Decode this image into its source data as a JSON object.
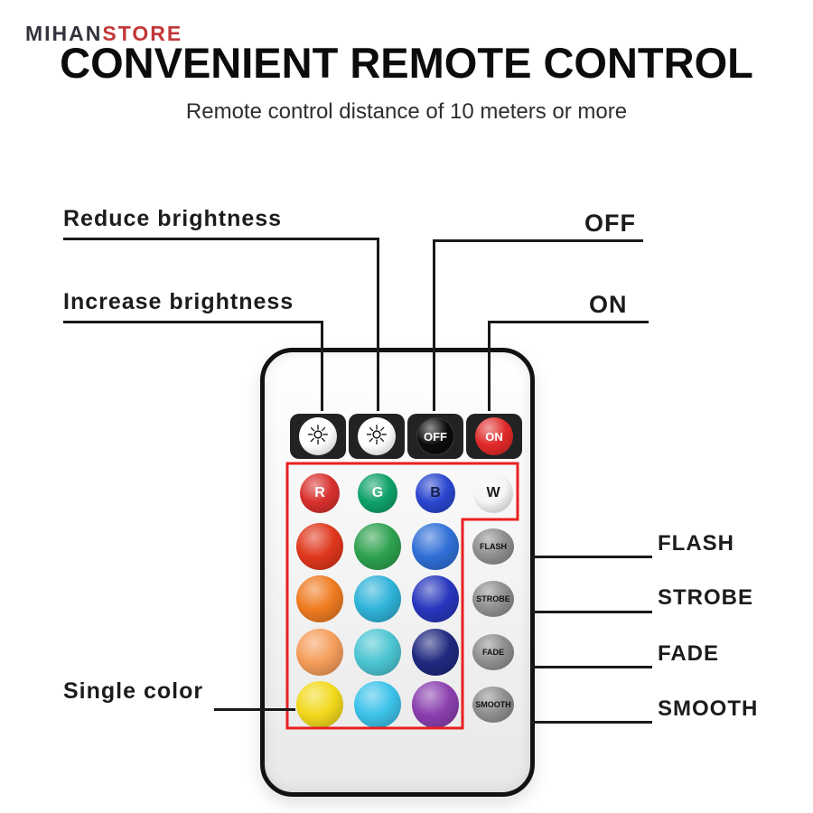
{
  "brand": {
    "primary": "MIHAN",
    "secondary": "STORE"
  },
  "header": {
    "title": "CONVENIENT REMOTE CONTROL",
    "subtitle": "Remote control distance of 10 meters or more"
  },
  "callouts": {
    "reduce_brightness": "Reduce brightness",
    "increase_brightness": "Increase brightness",
    "off": "OFF",
    "on": "ON",
    "single_color": "Single color",
    "flash": "FLASH",
    "strobe": "STROBE",
    "fade": "FADE",
    "smooth": "SMOOTH"
  },
  "remote": {
    "accent_outline": "#e82020",
    "top_buttons": [
      {
        "name": "increase-brightness-button",
        "icon": "sun-icon",
        "glyph": "☼",
        "circle": "#ffffff",
        "glyph_color": "#111111"
      },
      {
        "name": "reduce-brightness-button",
        "icon": "sun-icon",
        "glyph": "☼",
        "circle": "#ffffff",
        "glyph_color": "#111111"
      },
      {
        "name": "off-button",
        "label": "OFF",
        "circle": "#0b0b0b",
        "text": "#ffffff",
        "border": "#3a3a3a"
      },
      {
        "name": "on-button",
        "label": "ON",
        "circle": "#e02828",
        "text": "#ffffff"
      }
    ],
    "grid": [
      [
        {
          "name": "red-button",
          "label": "R",
          "color": "#d8312e",
          "text": "#ffffff",
          "kind": "k-small"
        },
        {
          "name": "green-button",
          "label": "G",
          "color": "#0fa169",
          "text": "#ffffff",
          "kind": "k-small"
        },
        {
          "name": "blue-button",
          "label": "B",
          "color": "#2a46cf",
          "text": "#14204a",
          "kind": "k-small"
        },
        {
          "name": "white-button",
          "label": "W",
          "color": "#f5f5f5",
          "text": "#1a1a1a",
          "kind": "k-small"
        }
      ],
      [
        {
          "name": "color-red-orange-button",
          "color": "#e0371c",
          "kind": "k-big"
        },
        {
          "name": "color-green-button",
          "color": "#2da14e",
          "kind": "k-big"
        },
        {
          "name": "color-blue-button",
          "color": "#2f6fd6",
          "kind": "k-big"
        },
        {
          "name": "flash-button",
          "label": "FLASH",
          "color": "#8f8f8f",
          "text": "#111111",
          "kind": "k-mode"
        }
      ],
      [
        {
          "name": "color-orange-button",
          "color": "#ef7b20",
          "kind": "k-big"
        },
        {
          "name": "color-sky-blue-button",
          "color": "#2fb3d9",
          "kind": "k-big"
        },
        {
          "name": "color-royal-blue-button",
          "color": "#2736bd",
          "kind": "k-big"
        },
        {
          "name": "strobe-button",
          "label": "STROBE",
          "color": "#8f8f8f",
          "text": "#111111",
          "kind": "k-mode"
        }
      ],
      [
        {
          "name": "color-peach-button",
          "color": "#f59d5a",
          "kind": "k-big"
        },
        {
          "name": "color-teal-button",
          "color": "#4cc5d2",
          "kind": "k-big"
        },
        {
          "name": "color-navy-button",
          "color": "#20297f",
          "kind": "k-big"
        },
        {
          "name": "fade-button",
          "label": "FADE",
          "color": "#8f8f8f",
          "text": "#111111",
          "kind": "k-mode"
        }
      ],
      [
        {
          "name": "color-yellow-button",
          "color": "#f2d91d",
          "kind": "k-big"
        },
        {
          "name": "color-cyan-button",
          "color": "#3cc2ea",
          "kind": "k-big"
        },
        {
          "name": "color-purple-button",
          "color": "#8a3fae",
          "kind": "k-big"
        },
        {
          "name": "smooth-button",
          "label": "SMOOTH",
          "color": "#8f8f8f",
          "text": "#111111",
          "kind": "k-mode"
        }
      ]
    ]
  }
}
